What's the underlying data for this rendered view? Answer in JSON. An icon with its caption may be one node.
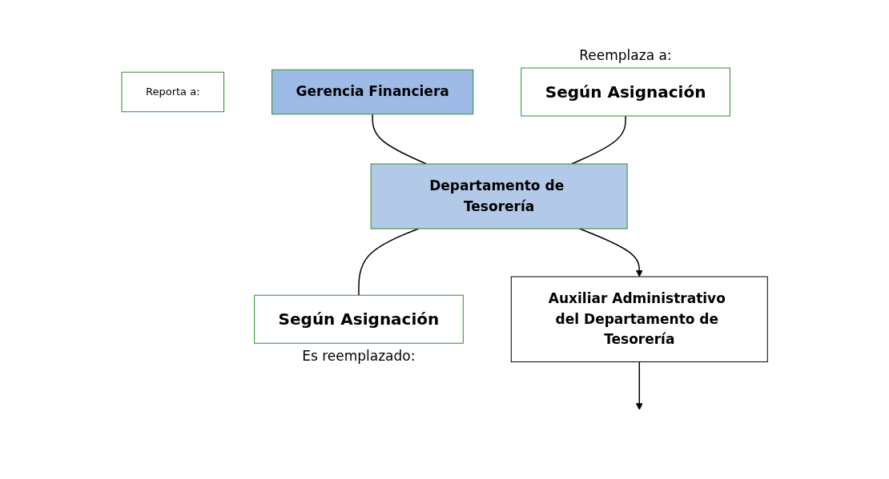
{
  "diagram": {
    "nodes": [
      {
        "text": [
          "Reporta a:"
        ]
      },
      {
        "text": [
          "Gerencia Financiera"
        ]
      },
      {
        "text": [
          "Según Asignación"
        ],
        "beside": [
          "Reemplaza a:"
        ]
      },
      {
        "text": [
          "Departamento de Tesorería"
        ]
      },
      {
        "text": [
          "Según Asignación"
        ],
        "beside": [
          "Es reemplazado:"
        ]
      },
      {
        "text": [
          "Auxiliar Administrativo del Departamento de Tesorería"
        ]
      }
    ],
    "edges": [
      {
        "from": 1,
        "to": 3,
        "arrow": "none"
      },
      {
        "from": 2,
        "to": 3,
        "arrow": "none"
      },
      {
        "from": 3,
        "to": 4,
        "arrow": "none"
      },
      {
        "from": 3,
        "to": 5,
        "arrow": "to"
      },
      {
        "from": 5,
        "to": null,
        "arrow": "to"
      }
    ]
  }
}
